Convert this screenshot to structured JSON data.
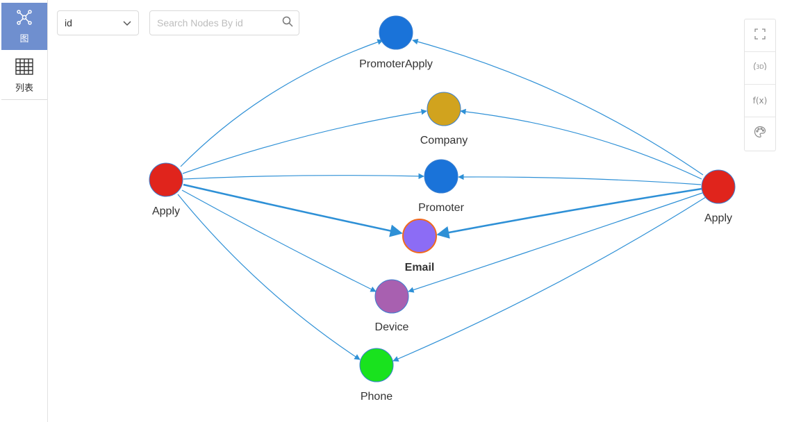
{
  "sidebar": {
    "tabs": [
      {
        "label": "图",
        "icon": "graph-icon",
        "active": true
      },
      {
        "label": "列表",
        "icon": "table-icon",
        "active": false
      }
    ]
  },
  "filter": {
    "selected": "id",
    "search_placeholder": "Search Nodes By id"
  },
  "toolbar": {
    "buttons": [
      {
        "icon": "fullscreen-icon"
      },
      {
        "icon": "3d-rotate-icon",
        "text": "3D"
      },
      {
        "icon": "function-icon",
        "text": "f(x)"
      },
      {
        "icon": "palette-icon"
      }
    ]
  },
  "graph": {
    "colors": {
      "edge": "#2e90d6",
      "blue_node": "#1a73d9",
      "red_node": "#e0241c",
      "company_node": "#d1a31e",
      "email_node": "#8c6cf5",
      "email_border": "#f06a1e",
      "device_node": "#a860b0",
      "phone_node": "#19e21e"
    },
    "nodes": [
      {
        "id": "apply-left",
        "label": "Apply",
        "bold": false
      },
      {
        "id": "apply-right",
        "label": "Apply",
        "bold": false
      },
      {
        "id": "promoter-apply",
        "label": "PromoterApply",
        "bold": false
      },
      {
        "id": "company",
        "label": "Company",
        "bold": false
      },
      {
        "id": "promoter",
        "label": "Promoter",
        "bold": false
      },
      {
        "id": "email",
        "label": "Email",
        "bold": true
      },
      {
        "id": "device",
        "label": "Device",
        "bold": false
      },
      {
        "id": "phone",
        "label": "Phone",
        "bold": false
      }
    ],
    "edges": [
      {
        "from": "apply-left",
        "to": "promoter-apply"
      },
      {
        "from": "apply-left",
        "to": "company"
      },
      {
        "from": "apply-left",
        "to": "promoter"
      },
      {
        "from": "apply-left",
        "to": "email",
        "highlight": true
      },
      {
        "from": "apply-left",
        "to": "device"
      },
      {
        "from": "apply-left",
        "to": "phone"
      },
      {
        "from": "apply-right",
        "to": "promoter-apply"
      },
      {
        "from": "apply-right",
        "to": "company"
      },
      {
        "from": "apply-right",
        "to": "promoter"
      },
      {
        "from": "apply-right",
        "to": "email",
        "highlight": true
      },
      {
        "from": "apply-right",
        "to": "device"
      },
      {
        "from": "apply-right",
        "to": "phone"
      }
    ]
  }
}
